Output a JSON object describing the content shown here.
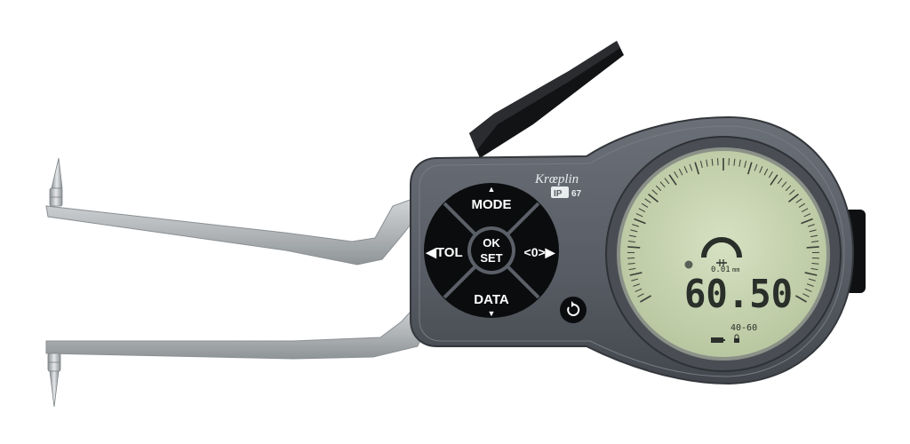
{
  "device": {
    "brand": "Krœplin",
    "ip_label": "IP",
    "ip_rating": "67"
  },
  "keypad": {
    "mode_label": "MODE",
    "data_label": "DATA",
    "tol_label": "◀TOL",
    "zero_label": "<0>▶",
    "ok_label": "OK",
    "set_label": "SET",
    "up_arrow": "▲",
    "down_arrow": "▼"
  },
  "display": {
    "resolution_value": "0.01",
    "resolution_unit": "mm",
    "reading": "60.50",
    "range": "40-60"
  },
  "colors": {
    "body": "#5b6068",
    "keypad": "#0b0c0e",
    "lcd": "#c7d4b2",
    "jaw": "#b9bcbf"
  }
}
